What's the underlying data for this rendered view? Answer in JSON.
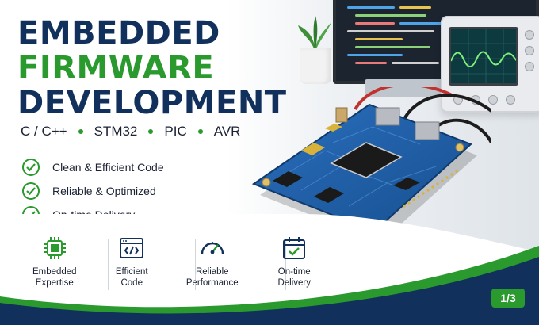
{
  "heading": {
    "line1": "EMBEDDED",
    "line2": "FIRMWARE",
    "line3": "DEVELOPMENT"
  },
  "technologies": [
    "C / C++",
    "STM32",
    "PIC",
    "AVR"
  ],
  "features": [
    {
      "label": "Clean & Efficient Code",
      "icon": "check-circle-icon"
    },
    {
      "label": "Reliable & Optimized",
      "icon": "check-circle-icon"
    },
    {
      "label": "On-time Delivery",
      "icon": "check-circle-icon"
    }
  ],
  "highlights": [
    {
      "line1": "Embedded",
      "line2": "Expertise",
      "icon": "chip-icon"
    },
    {
      "line1": "Efficient",
      "line2": "Code",
      "icon": "code-window-icon"
    },
    {
      "line1": "Reliable",
      "line2": "Performance",
      "icon": "gauge-icon"
    },
    {
      "line1": "On-time",
      "line2": "Delivery",
      "icon": "calendar-check-icon"
    }
  ],
  "page_indicator": "1/3",
  "colors": {
    "navy": "#12305c",
    "green": "#2a9a2e",
    "pcb_blue": "#1f5fa8"
  }
}
